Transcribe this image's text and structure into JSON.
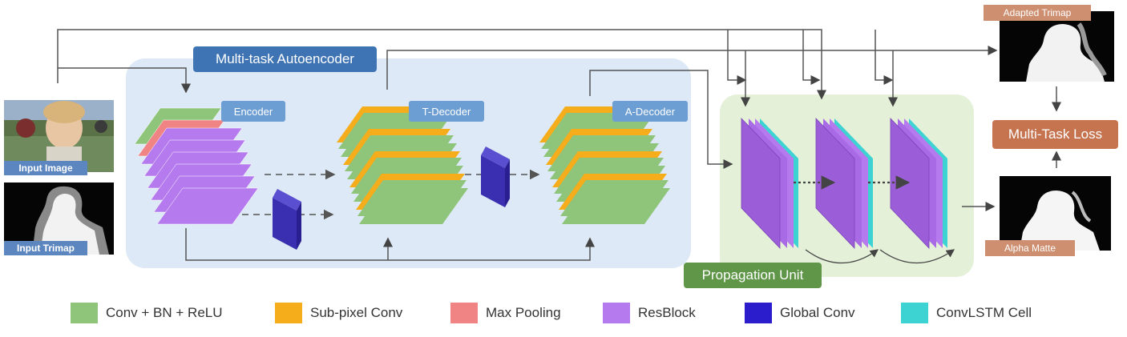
{
  "title": "Multi-task Autoencoder",
  "labels": {
    "encoder": "Encoder",
    "t_decoder": "T-Decoder",
    "a_decoder": "A-Decoder",
    "input_image": "Input Image",
    "input_trimap": "Input Trimap",
    "adapted_trimap": "Adapted Trimap",
    "alpha_matte": "Alpha Matte",
    "multi_task_loss": "Multi-Task Loss",
    "propagation_unit": "Propagation Unit"
  },
  "legend": [
    {
      "label": "Conv + BN + ReLU",
      "color": "#8ec57a"
    },
    {
      "label": "Sub-pixel Conv",
      "color": "#f5ad1b"
    },
    {
      "label": "Max Pooling",
      "color": "#f08484"
    },
    {
      "label": "ResBlock",
      "color": "#b57aee"
    },
    {
      "label": "Global Conv",
      "color": "#2b1ccc"
    },
    {
      "label": "ConvLSTM Cell",
      "color": "#3ed3d3"
    }
  ],
  "colors": {
    "autoencoder_bg": "#dde9f6",
    "propagation_bg": "#e4f0d8",
    "conv": "#8ec57a",
    "subpixel": "#f5ad1b",
    "maxpool": "#f08484",
    "resblock": "#b57aee",
    "globalconv": "#3a2fb0",
    "convlstm": "#3ed3d3"
  }
}
